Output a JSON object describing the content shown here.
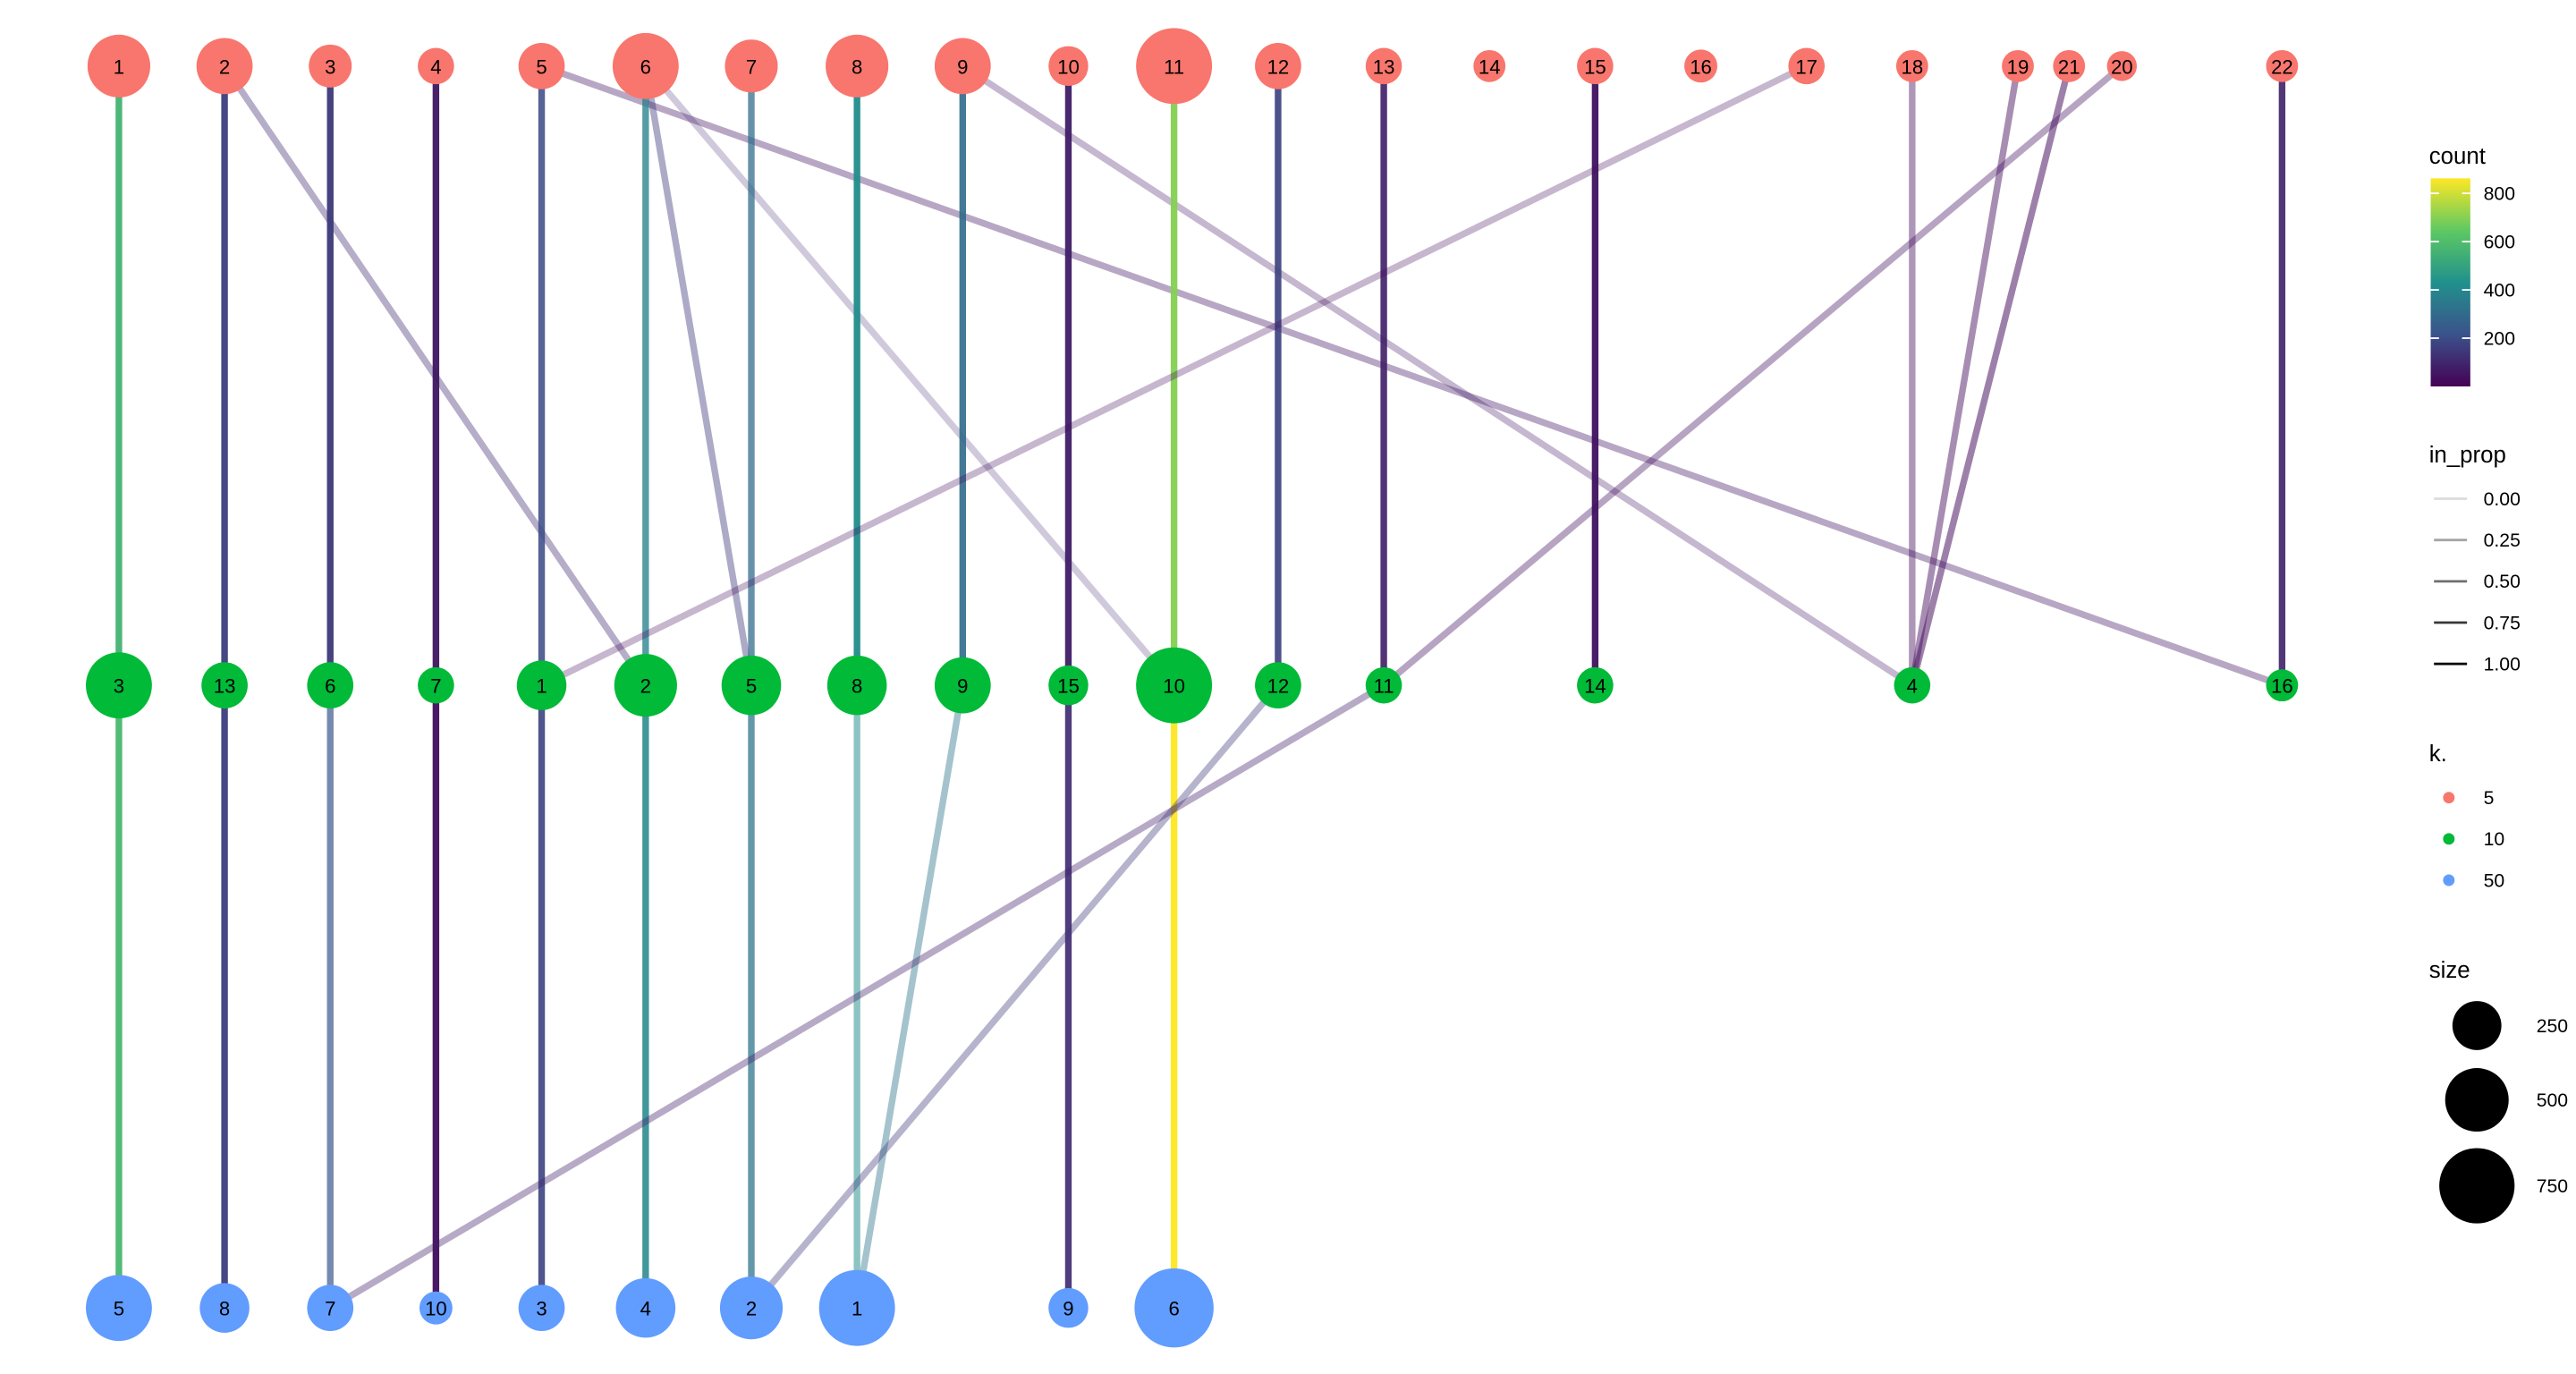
{
  "tree": {
    "levels": [
      {
        "k": "5",
        "color": "#F8766D",
        "nodes": [
          {
            "label": "1",
            "size": 485
          },
          {
            "label": "2",
            "size": 365
          },
          {
            "label": "3",
            "size": 165
          },
          {
            "label": "4",
            "size": 85
          },
          {
            "label": "5",
            "size": 210
          },
          {
            "label": "6",
            "size": 550
          },
          {
            "label": "7",
            "size": 310
          },
          {
            "label": "8",
            "size": 485
          },
          {
            "label": "9",
            "size": 365
          },
          {
            "label": "10",
            "size": 125
          },
          {
            "label": "11",
            "size": 765
          },
          {
            "label": "12",
            "size": 210
          },
          {
            "label": "13",
            "size": 85
          },
          {
            "label": "14",
            "size": 40
          },
          {
            "label": "15",
            "size": 85
          },
          {
            "label": "16",
            "size": 50
          },
          {
            "label": "17",
            "size": 85
          },
          {
            "label": "18",
            "size": 40
          },
          {
            "label": "19",
            "size": 40
          },
          {
            "label": "21",
            "size": 40
          },
          {
            "label": "20",
            "size": 20
          },
          {
            "label": "22",
            "size": 40
          }
        ]
      },
      {
        "k": "10",
        "color": "#00BA38",
        "nodes": [
          {
            "label": "3",
            "size": 550
          },
          {
            "label": "13",
            "size": 210
          },
          {
            "label": "6",
            "size": 210
          },
          {
            "label": "7",
            "size": 85
          },
          {
            "label": "1",
            "size": 260
          },
          {
            "label": "2",
            "size": 485
          },
          {
            "label": "5",
            "size": 425
          },
          {
            "label": "8",
            "size": 425
          },
          {
            "label": "9",
            "size": 365
          },
          {
            "label": "15",
            "size": 125
          },
          {
            "label": "10",
            "size": 765
          },
          {
            "label": "12",
            "size": 210
          },
          {
            "label": "11",
            "size": 85
          },
          {
            "label": "14",
            "size": 85
          },
          {
            "label": "4",
            "size": 85
          },
          {
            "label": "16",
            "size": 40
          }
        ]
      },
      {
        "k": "50",
        "color": "#619CFF",
        "nodes": [
          {
            "label": "5",
            "size": 550
          },
          {
            "label": "8",
            "size": 260
          },
          {
            "label": "7",
            "size": 210
          },
          {
            "label": "10",
            "size": 50
          },
          {
            "label": "3",
            "size": 210
          },
          {
            "label": "4",
            "size": 425
          },
          {
            "label": "2",
            "size": 485
          },
          {
            "label": "1",
            "size": 765
          },
          {
            "label": "9",
            "size": 125
          },
          {
            "label": "6",
            "size": 840
          }
        ]
      }
    ],
    "edges": [
      {
        "from": [
          "5",
          "1"
        ],
        "to": [
          "10",
          "3"
        ],
        "count": 560,
        "in_prop": 0.95
      },
      {
        "from": [
          "5",
          "2"
        ],
        "to": [
          "10",
          "13"
        ],
        "count": 170,
        "in_prop": 0.95
      },
      {
        "from": [
          "5",
          "2"
        ],
        "to": [
          "10",
          "2"
        ],
        "count": 100,
        "in_prop": 0.3
      },
      {
        "from": [
          "5",
          "3"
        ],
        "to": [
          "10",
          "6"
        ],
        "count": 150,
        "in_prop": 0.95
      },
      {
        "from": [
          "5",
          "4"
        ],
        "to": [
          "10",
          "7"
        ],
        "count": 60,
        "in_prop": 0.95
      },
      {
        "from": [
          "5",
          "5"
        ],
        "to": [
          "10",
          "1"
        ],
        "count": 200,
        "in_prop": 0.85
      },
      {
        "from": [
          "5",
          "5"
        ],
        "to": [
          "10",
          "16"
        ],
        "count": 60,
        "in_prop": 0.3
      },
      {
        "from": [
          "5",
          "6"
        ],
        "to": [
          "10",
          "2"
        ],
        "count": 380,
        "in_prop": 0.75
      },
      {
        "from": [
          "5",
          "6"
        ],
        "to": [
          "10",
          "5"
        ],
        "count": 150,
        "in_prop": 0.35
      },
      {
        "from": [
          "5",
          "6"
        ],
        "to": [
          "10",
          "10"
        ],
        "count": 100,
        "in_prop": 0.15
      },
      {
        "from": [
          "5",
          "7"
        ],
        "to": [
          "10",
          "5"
        ],
        "count": 300,
        "in_prop": 0.7
      },
      {
        "from": [
          "5",
          "8"
        ],
        "to": [
          "10",
          "8"
        ],
        "count": 420,
        "in_prop": 0.95
      },
      {
        "from": [
          "5",
          "9"
        ],
        "to": [
          "10",
          "9"
        ],
        "count": 300,
        "in_prop": 0.9
      },
      {
        "from": [
          "5",
          "9"
        ],
        "to": [
          "10",
          "4"
        ],
        "count": 60,
        "in_prop": 0.22
      },
      {
        "from": [
          "5",
          "10"
        ],
        "to": [
          "10",
          "15"
        ],
        "count": 80,
        "in_prop": 0.95
      },
      {
        "from": [
          "5",
          "11"
        ],
        "to": [
          "10",
          "10"
        ],
        "count": 700,
        "in_prop": 0.95
      },
      {
        "from": [
          "5",
          "12"
        ],
        "to": [
          "10",
          "12"
        ],
        "count": 170,
        "in_prop": 0.9
      },
      {
        "from": [
          "5",
          "13"
        ],
        "to": [
          "10",
          "11"
        ],
        "count": 80,
        "in_prop": 0.9
      },
      {
        "from": [
          "5",
          "15"
        ],
        "to": [
          "10",
          "14"
        ],
        "count": 50,
        "in_prop": 0.95
      },
      {
        "from": [
          "5",
          "17"
        ],
        "to": [
          "10",
          "1"
        ],
        "count": 30,
        "in_prop": 0.2
      },
      {
        "from": [
          "5",
          "18"
        ],
        "to": [
          "10",
          "4"
        ],
        "count": 30,
        "in_prop": 0.35
      },
      {
        "from": [
          "5",
          "19"
        ],
        "to": [
          "10",
          "4"
        ],
        "count": 30,
        "in_prop": 0.4
      },
      {
        "from": [
          "5",
          "21"
        ],
        "to": [
          "10",
          "4"
        ],
        "count": 30,
        "in_prop": 0.45
      },
      {
        "from": [
          "5",
          "20"
        ],
        "to": [
          "10",
          "11"
        ],
        "count": 40,
        "in_prop": 0.3
      },
      {
        "from": [
          "5",
          "22"
        ],
        "to": [
          "10",
          "16"
        ],
        "count": 90,
        "in_prop": 0.9
      },
      {
        "from": [
          "10",
          "3"
        ],
        "to": [
          "50",
          "5"
        ],
        "count": 580,
        "in_prop": 0.95
      },
      {
        "from": [
          "10",
          "13"
        ],
        "to": [
          "50",
          "8"
        ],
        "count": 170,
        "in_prop": 0.95
      },
      {
        "from": [
          "10",
          "6"
        ],
        "to": [
          "50",
          "7"
        ],
        "count": 230,
        "in_prop": 0.65
      },
      {
        "from": [
          "10",
          "7"
        ],
        "to": [
          "50",
          "10"
        ],
        "count": 40,
        "in_prop": 0.95
      },
      {
        "from": [
          "10",
          "1"
        ],
        "to": [
          "50",
          "3"
        ],
        "count": 180,
        "in_prop": 0.9
      },
      {
        "from": [
          "10",
          "2"
        ],
        "to": [
          "50",
          "4"
        ],
        "count": 400,
        "in_prop": 0.85
      },
      {
        "from": [
          "10",
          "5"
        ],
        "to": [
          "50",
          "2"
        ],
        "count": 330,
        "in_prop": 0.7
      },
      {
        "from": [
          "10",
          "8"
        ],
        "to": [
          "50",
          "1"
        ],
        "count": 420,
        "in_prop": 0.45
      },
      {
        "from": [
          "10",
          "9"
        ],
        "to": [
          "50",
          "1"
        ],
        "count": 330,
        "in_prop": 0.35
      },
      {
        "from": [
          "10",
          "15"
        ],
        "to": [
          "50",
          "9"
        ],
        "count": 110,
        "in_prop": 0.9
      },
      {
        "from": [
          "10",
          "10"
        ],
        "to": [
          "50",
          "6"
        ],
        "count": 862,
        "in_prop": 0.97
      },
      {
        "from": [
          "10",
          "12"
        ],
        "to": [
          "50",
          "2"
        ],
        "count": 150,
        "in_prop": 0.3
      },
      {
        "from": [
          "10",
          "11"
        ],
        "to": [
          "50",
          "7"
        ],
        "count": 80,
        "in_prop": 0.3
      }
    ]
  },
  "legend": {
    "count": {
      "title": "count",
      "ticks": [
        "800",
        "600",
        "400",
        "200"
      ],
      "tick_values": [
        800,
        600,
        400,
        200
      ],
      "range": [
        0,
        862
      ]
    },
    "in_prop": {
      "title": "in_prop",
      "labels": [
        "0.00",
        "0.25",
        "0.50",
        "0.75",
        "1.00"
      ],
      "values": [
        0,
        0.25,
        0.5,
        0.75,
        1
      ]
    },
    "k": {
      "title": "k.",
      "labels": [
        "5",
        "10",
        "50"
      ],
      "colors": [
        "#F8766D",
        "#00BA38",
        "#619CFF"
      ]
    },
    "size": {
      "title": "size",
      "labels": [
        "250",
        "500",
        "750"
      ],
      "values": [
        250,
        500,
        750
      ]
    }
  }
}
